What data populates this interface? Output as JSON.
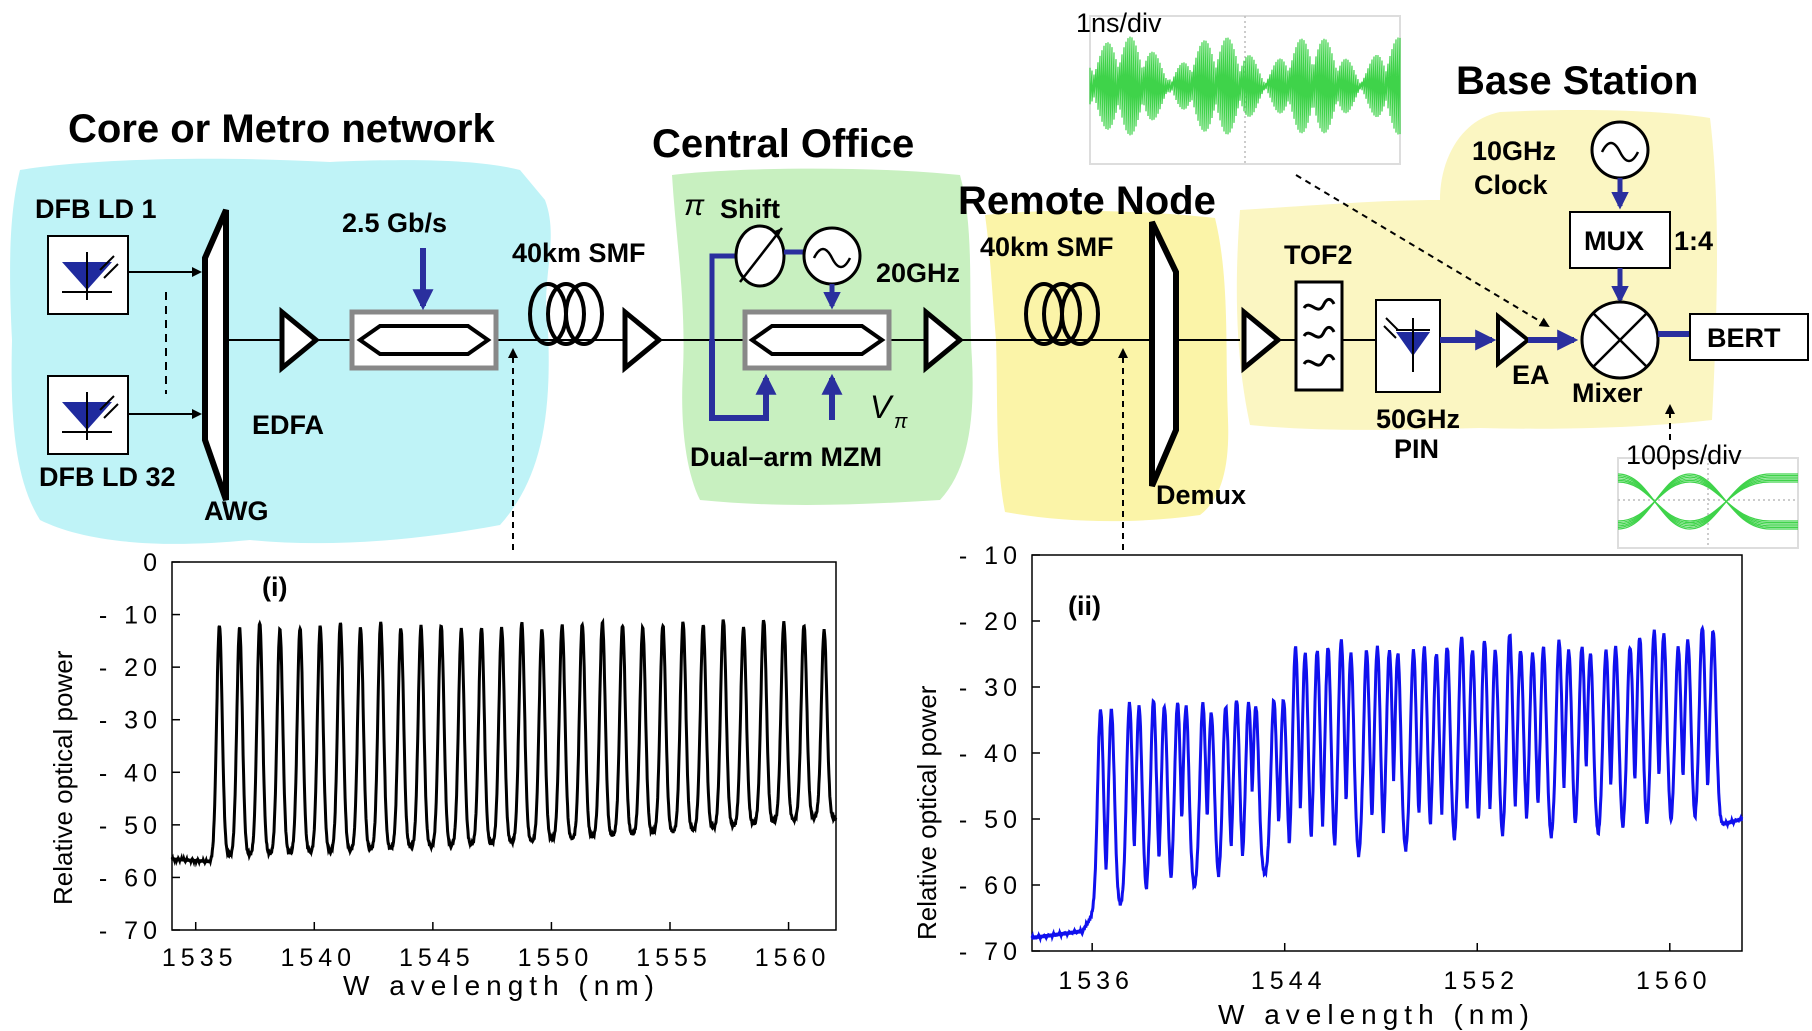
{
  "colors": {
    "core_region": "#bff3f7",
    "central_region": "#c8f0c0",
    "remote_region": "#fbf4a8",
    "base_region": "#fbf6c2",
    "link_blue": "#2a2f9e",
    "trace_blue": "#1010ee",
    "scope_green": "#3fd34a"
  },
  "sections": {
    "core": "Core or Metro network",
    "central": "Central Office",
    "remote": "Remote Node",
    "base": "Base Station"
  },
  "labels": {
    "dfb1": "DFB LD 1",
    "dfb32": "DFB LD 32",
    "awg": "AWG",
    "edfa": "EDFA",
    "bitrate": "2.5 Gb/s",
    "smf1": "40km SMF",
    "smf2": "40km SMF",
    "pi_symbol": "π",
    "shift": "Shift",
    "rf": "20GHz",
    "vpi_v": "V",
    "vpi_sub": "π",
    "mzm": "Dual–arm MZM",
    "demux": "Demux",
    "tof": "TOF2",
    "pin_1": "50GHz",
    "pin_2": "PIN",
    "ea": "EA",
    "clock_1": "10GHz",
    "clock_2": "Clock",
    "mux": "MUX",
    "mux_ratio": "1:4",
    "mixer": "Mixer",
    "bert": "BERT"
  },
  "scopes": {
    "top": "1ns/div",
    "eye": "100ps/div"
  },
  "chart_data": [
    {
      "type": "line",
      "annotation": "(i)",
      "xlabel": "W avelength (nm)",
      "ylabel": "Relative optical power",
      "xlim": [
        1534,
        1562
      ],
      "ylim": [
        -70,
        0
      ],
      "xticks": [
        1535,
        1540,
        1545,
        1550,
        1555,
        1560
      ],
      "yticks": [
        0,
        -10,
        -20,
        -30,
        -40,
        -50,
        -60,
        -70
      ],
      "grid": false,
      "series": [
        {
          "color": "#000000",
          "noise_floor": [
            [
              1534,
              -56.5
            ],
            [
              1535.6,
              -57
            ],
            [
              1536.1,
              -56
            ],
            [
              1548,
              -53.5
            ],
            [
              1556,
              -51
            ],
            [
              1561.5,
              -48.5
            ],
            [
              1562,
              -49
            ]
          ],
          "peaks": [
            {
              "x": 1536.0,
              "y": -12.0
            },
            {
              "x": 1536.85,
              "y": -12.5
            },
            {
              "x": 1537.7,
              "y": -11.5
            },
            {
              "x": 1538.55,
              "y": -12.8
            },
            {
              "x": 1539.4,
              "y": -12.5
            },
            {
              "x": 1540.25,
              "y": -12.2
            },
            {
              "x": 1541.1,
              "y": -11.5
            },
            {
              "x": 1541.95,
              "y": -12.5
            },
            {
              "x": 1542.8,
              "y": -11.5
            },
            {
              "x": 1543.65,
              "y": -12.6
            },
            {
              "x": 1544.5,
              "y": -12.2
            },
            {
              "x": 1545.35,
              "y": -12.0
            },
            {
              "x": 1546.2,
              "y": -12.8
            },
            {
              "x": 1547.05,
              "y": -12.5
            },
            {
              "x": 1547.9,
              "y": -12.5
            },
            {
              "x": 1548.75,
              "y": -11.5
            },
            {
              "x": 1549.6,
              "y": -12.8
            },
            {
              "x": 1550.45,
              "y": -12.0
            },
            {
              "x": 1551.3,
              "y": -11.8
            },
            {
              "x": 1552.15,
              "y": -11.5
            },
            {
              "x": 1553.0,
              "y": -12.0
            },
            {
              "x": 1553.85,
              "y": -12.5
            },
            {
              "x": 1554.7,
              "y": -12.0
            },
            {
              "x": 1555.55,
              "y": -11.5
            },
            {
              "x": 1556.4,
              "y": -12.0
            },
            {
              "x": 1557.25,
              "y": -11.0
            },
            {
              "x": 1558.1,
              "y": -12.5
            },
            {
              "x": 1558.95,
              "y": -11.0
            },
            {
              "x": 1559.8,
              "y": -11.5
            },
            {
              "x": 1560.65,
              "y": -12.0
            },
            {
              "x": 1561.5,
              "y": -13.0
            }
          ]
        }
      ]
    },
    {
      "type": "line",
      "annotation": "(ii)",
      "xlabel": "W avelength (nm)",
      "ylabel": "Relative optical power",
      "xlim": [
        1533.5,
        1563
      ],
      "ylim": [
        -70,
        -10
      ],
      "xticks": [
        1536,
        1544,
        1552,
        1560
      ],
      "yticks": [
        -10,
        -20,
        -30,
        -40,
        -50,
        -60,
        -70
      ],
      "grid": false,
      "series": [
        {
          "color": "#1010ee",
          "noise_floor": [
            [
              1533.5,
              -68
            ],
            [
              1535.6,
              -67
            ],
            [
              1536.1,
              -64
            ],
            [
              1537.5,
              -63
            ],
            [
              1544,
              -58
            ],
            [
              1552,
              -54.5
            ],
            [
              1558,
              -53
            ],
            [
              1562,
              -51
            ],
            [
              1563,
              -50
            ]
          ],
          "peaks": [
            {
              "x": 1536.35,
              "y": -33.5
            },
            {
              "x": 1536.8,
              "y": -33.5
            },
            {
              "x": 1537.55,
              "y": -32.5
            },
            {
              "x": 1537.95,
              "y": -33
            },
            {
              "x": 1538.55,
              "y": -32
            },
            {
              "x": 1539.0,
              "y": -33
            },
            {
              "x": 1539.55,
              "y": -32.5
            },
            {
              "x": 1539.9,
              "y": -33
            },
            {
              "x": 1540.6,
              "y": -32.5
            },
            {
              "x": 1540.95,
              "y": -34
            },
            {
              "x": 1541.55,
              "y": -33
            },
            {
              "x": 1542.0,
              "y": -32
            },
            {
              "x": 1542.5,
              "y": -32.5
            },
            {
              "x": 1542.8,
              "y": -33
            },
            {
              "x": 1543.55,
              "y": -32
            },
            {
              "x": 1543.95,
              "y": -32
            },
            {
              "x": 1544.45,
              "y": -24
            },
            {
              "x": 1544.85,
              "y": -25
            },
            {
              "x": 1545.35,
              "y": -24.5
            },
            {
              "x": 1545.8,
              "y": -24
            },
            {
              "x": 1546.35,
              "y": -23
            },
            {
              "x": 1546.75,
              "y": -25
            },
            {
              "x": 1547.4,
              "y": -24.5
            },
            {
              "x": 1547.85,
              "y": -24
            },
            {
              "x": 1548.35,
              "y": -24.5
            },
            {
              "x": 1548.7,
              "y": -25
            },
            {
              "x": 1549.35,
              "y": -24.5
            },
            {
              "x": 1549.8,
              "y": -24
            },
            {
              "x": 1550.3,
              "y": -25
            },
            {
              "x": 1550.75,
              "y": -24
            },
            {
              "x": 1551.35,
              "y": -22.5
            },
            {
              "x": 1551.8,
              "y": -24.5
            },
            {
              "x": 1552.3,
              "y": -23
            },
            {
              "x": 1552.75,
              "y": -24.5
            },
            {
              "x": 1553.35,
              "y": -22
            },
            {
              "x": 1553.8,
              "y": -24.5
            },
            {
              "x": 1554.3,
              "y": -25
            },
            {
              "x": 1554.75,
              "y": -24
            },
            {
              "x": 1555.4,
              "y": -23
            },
            {
              "x": 1555.8,
              "y": -24.5
            },
            {
              "x": 1556.35,
              "y": -24
            },
            {
              "x": 1556.7,
              "y": -25
            },
            {
              "x": 1557.35,
              "y": -24.5
            },
            {
              "x": 1557.75,
              "y": -24
            },
            {
              "x": 1558.35,
              "y": -24
            },
            {
              "x": 1558.75,
              "y": -22.5
            },
            {
              "x": 1559.35,
              "y": -21.5
            },
            {
              "x": 1559.75,
              "y": -22
            },
            {
              "x": 1560.35,
              "y": -24
            },
            {
              "x": 1560.75,
              "y": -23
            },
            {
              "x": 1561.35,
              "y": -21
            },
            {
              "x": 1561.8,
              "y": -21.5
            }
          ]
        }
      ]
    }
  ]
}
